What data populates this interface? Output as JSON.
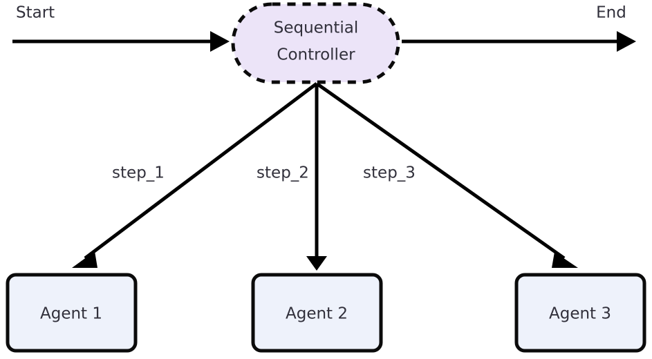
{
  "diagram": {
    "type": "flowchart",
    "background_color": "#ffffff",
    "terminals": {
      "start_label": "Start",
      "end_label": "End"
    },
    "controller": {
      "label_line1": "Sequential",
      "label_line2": "Controller",
      "shape": "stadium-dashed",
      "fill_color": "#ece4f8",
      "border_color": "#0b0b0b",
      "border_style": "dashed"
    },
    "agents": [
      {
        "label": "Agent 1",
        "shape": "rounded-rect",
        "fill_color": "#eef2fb",
        "border_color": "#0b0b0b"
      },
      {
        "label": "Agent 2",
        "shape": "rounded-rect",
        "fill_color": "#eef2fb",
        "border_color": "#0b0b0b"
      },
      {
        "label": "Agent 3",
        "shape": "rounded-rect",
        "fill_color": "#eef2fb",
        "border_color": "#0b0b0b"
      }
    ],
    "edges": [
      {
        "label": "step_1",
        "from": "controller",
        "to": "Agent 1"
      },
      {
        "label": "step_2",
        "from": "controller",
        "to": "Agent 2"
      },
      {
        "label": "step_3",
        "from": "controller",
        "to": "Agent 3"
      }
    ],
    "flows": [
      {
        "name": "start-flow",
        "from": "Start",
        "to": "controller"
      },
      {
        "name": "end-flow",
        "from": "controller",
        "to": "End"
      }
    ],
    "edge_color": "#000000",
    "text_color": "#31303b"
  }
}
